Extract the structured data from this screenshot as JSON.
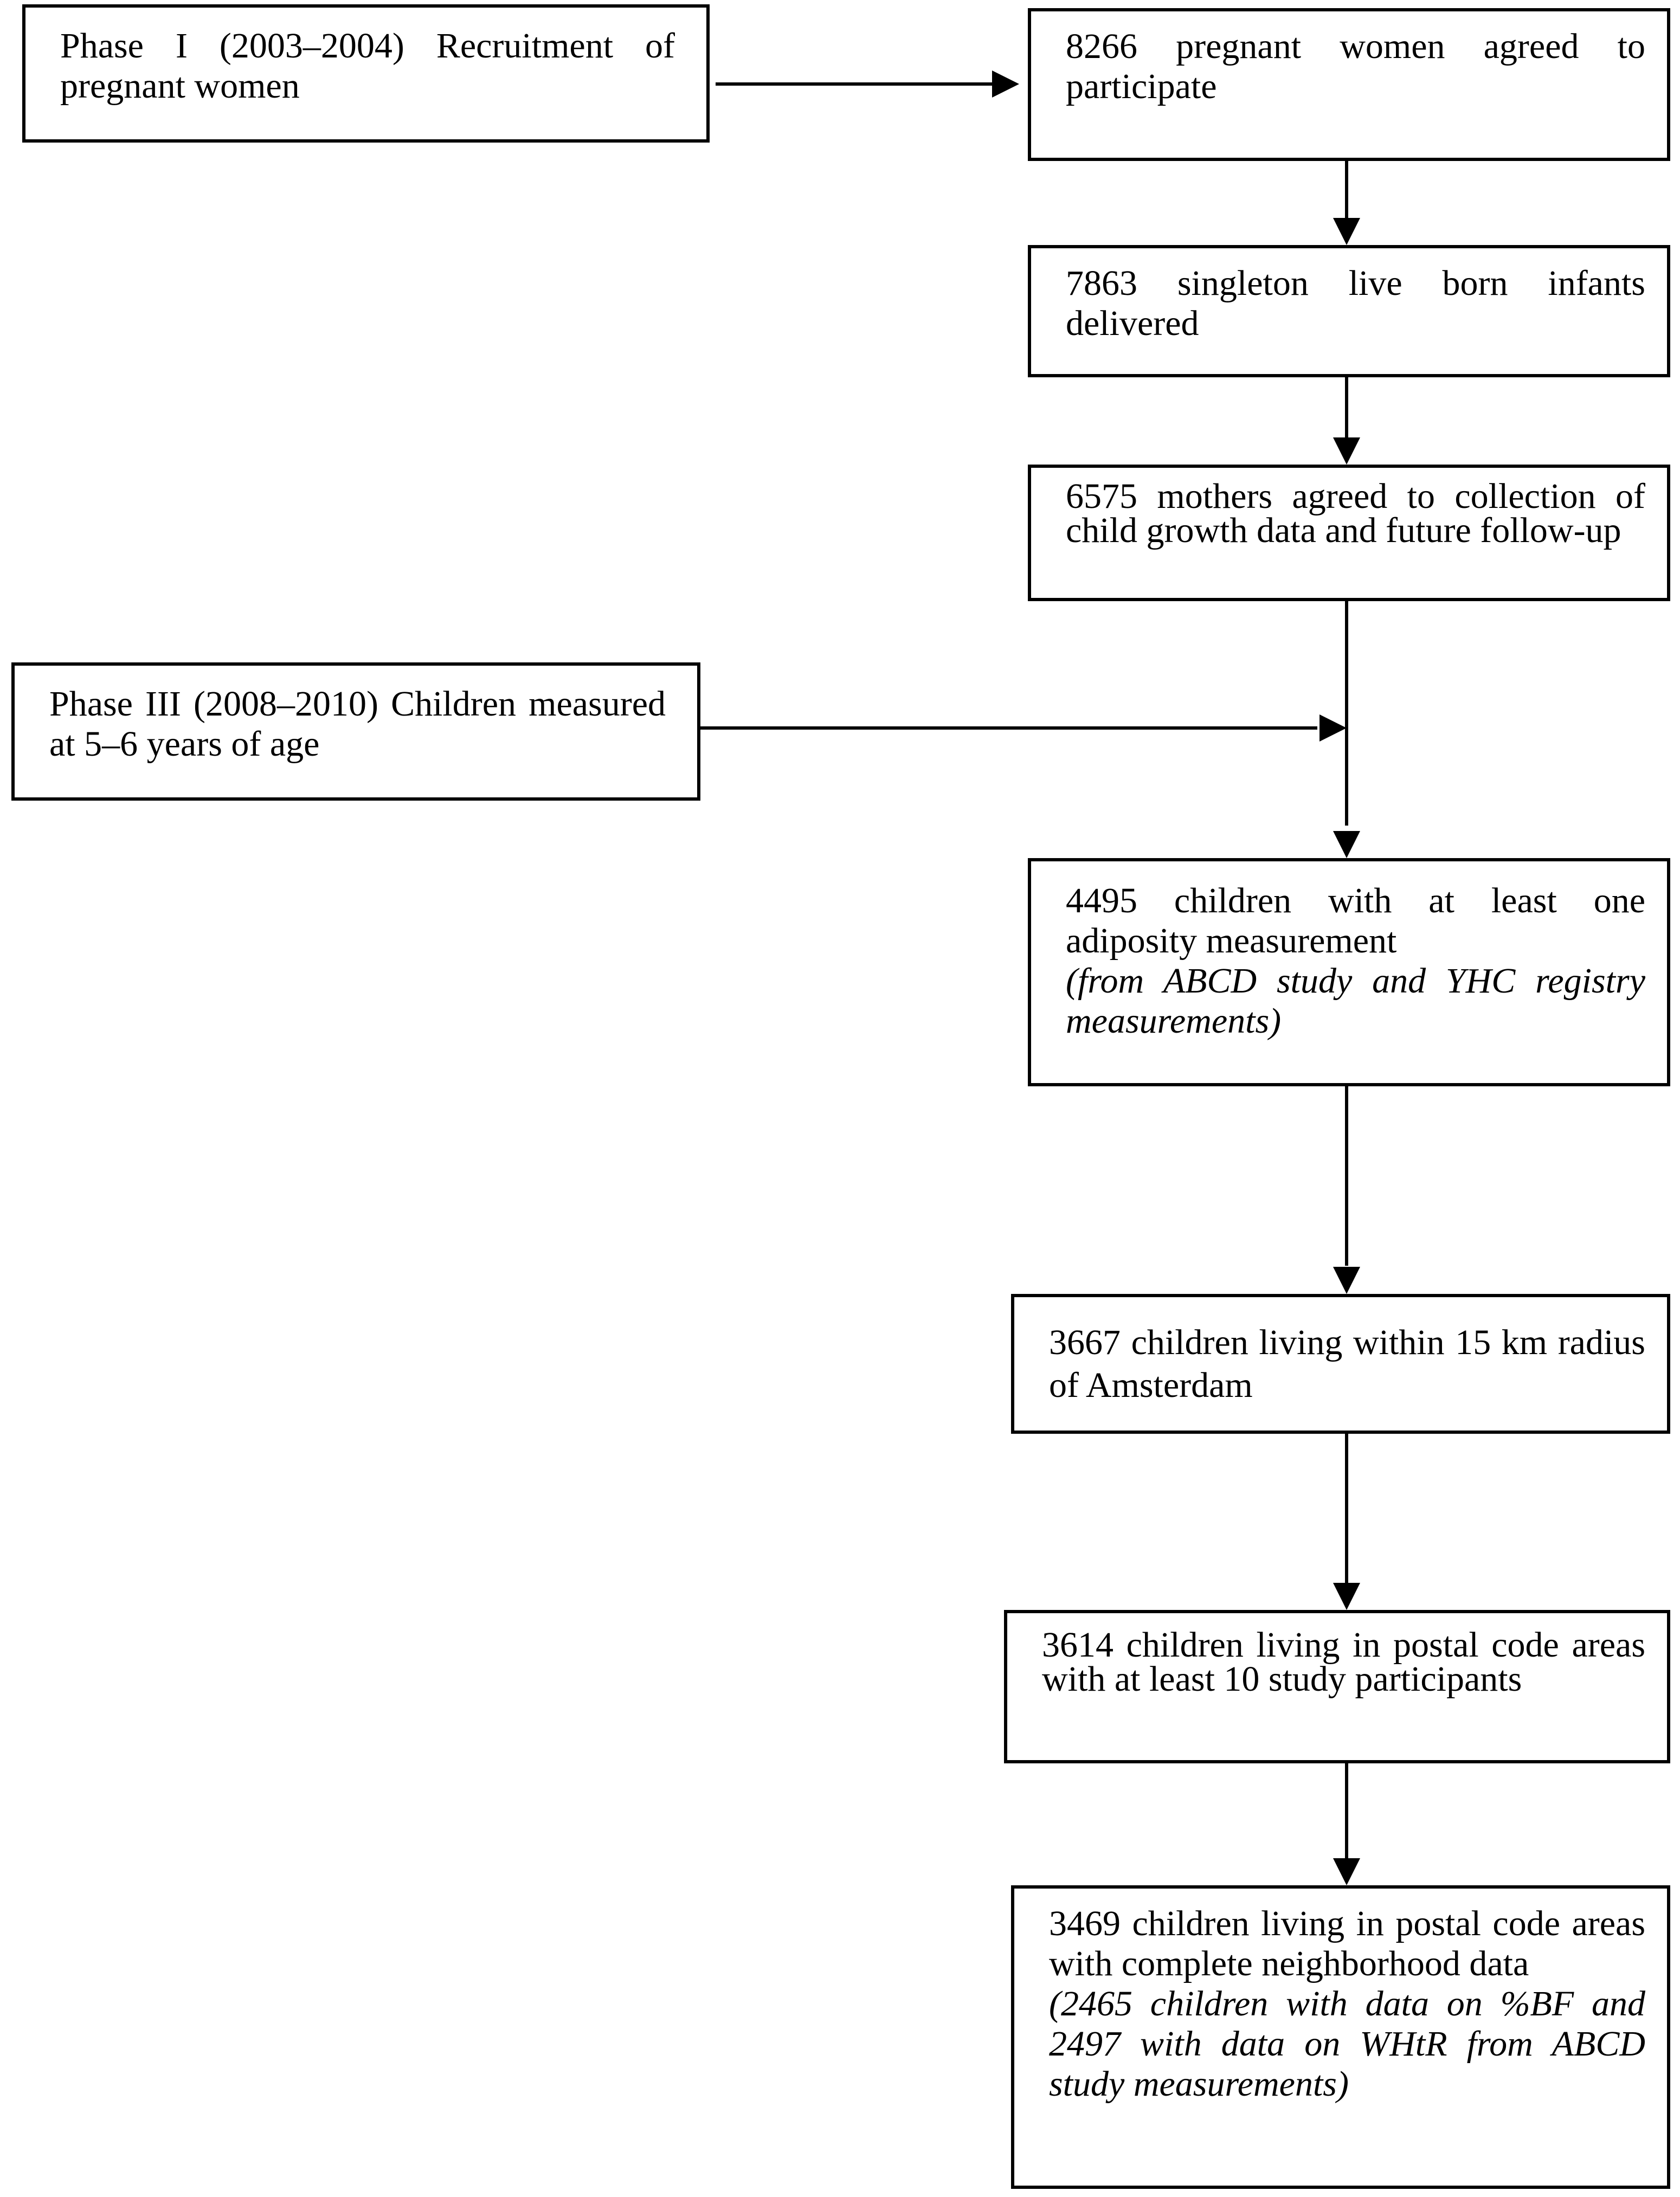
{
  "diagram": {
    "phase1": {
      "text": "Phase I (2003–2004) Recruitment of pregnant women"
    },
    "phase3": {
      "text": "Phase III (2008–2010) Children measured at 5–6 years of age"
    },
    "steps": [
      {
        "text": "8266 pregnant women agreed to participate",
        "note": ""
      },
      {
        "text": "7863 singleton live born infants delivered",
        "note": ""
      },
      {
        "text": "6575 mothers agreed to collection of child growth data and future follow-up",
        "note": ""
      },
      {
        "text": "4495 children with at least one adiposity measurement",
        "note": "(from ABCD study and YHC registry measurements)"
      },
      {
        "text": "3667 children living within 15 km radius of Amsterdam",
        "note": ""
      },
      {
        "text": "3614 children living in postal code areas with at least 10 study participants",
        "note": ""
      },
      {
        "text": "3469 children living in postal code areas with complete neighborhood data",
        "note": "(2465 children with data on %BF and 2497 with data on WHtR from ABCD study measurements)"
      }
    ]
  }
}
